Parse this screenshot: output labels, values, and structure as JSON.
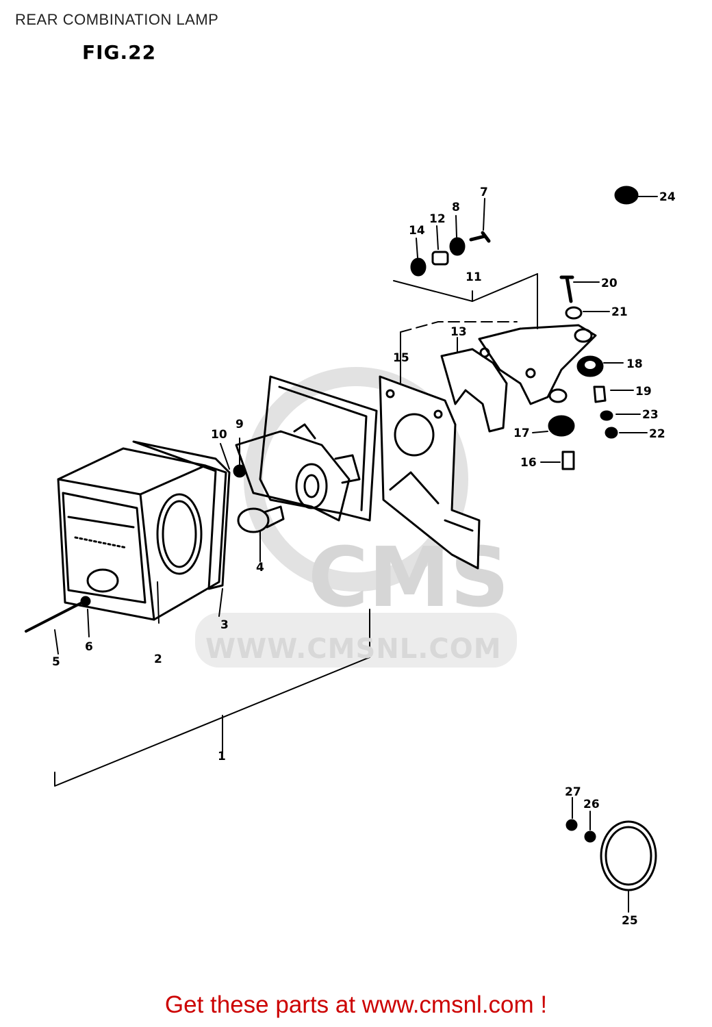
{
  "page_title": "REAR COMBINATION LAMP",
  "figure_label": "FIG.22",
  "watermark": {
    "logo_text": "CMS",
    "url_text": "WWW.CMSNL.COM"
  },
  "callouts": {
    "c1": "1",
    "c2": "2",
    "c3": "3",
    "c4": "4",
    "c5": "5",
    "c6": "6",
    "c7": "7",
    "c8": "8",
    "c9": "9",
    "c10": "10",
    "c11": "11",
    "c12": "12",
    "c13": "13",
    "c14": "14",
    "c15": "15",
    "c16": "16",
    "c17": "17",
    "c18": "18",
    "c19": "19",
    "c20": "20",
    "c21": "21",
    "c22": "22",
    "c23": "23",
    "c24": "24",
    "c25": "25",
    "c26": "26",
    "c27": "27"
  },
  "footer_link_text": "Get these parts at www.cmsnl.com !",
  "colors": {
    "footer": "#cc0000",
    "watermark": "#d8d8d8",
    "line": "#000000"
  }
}
